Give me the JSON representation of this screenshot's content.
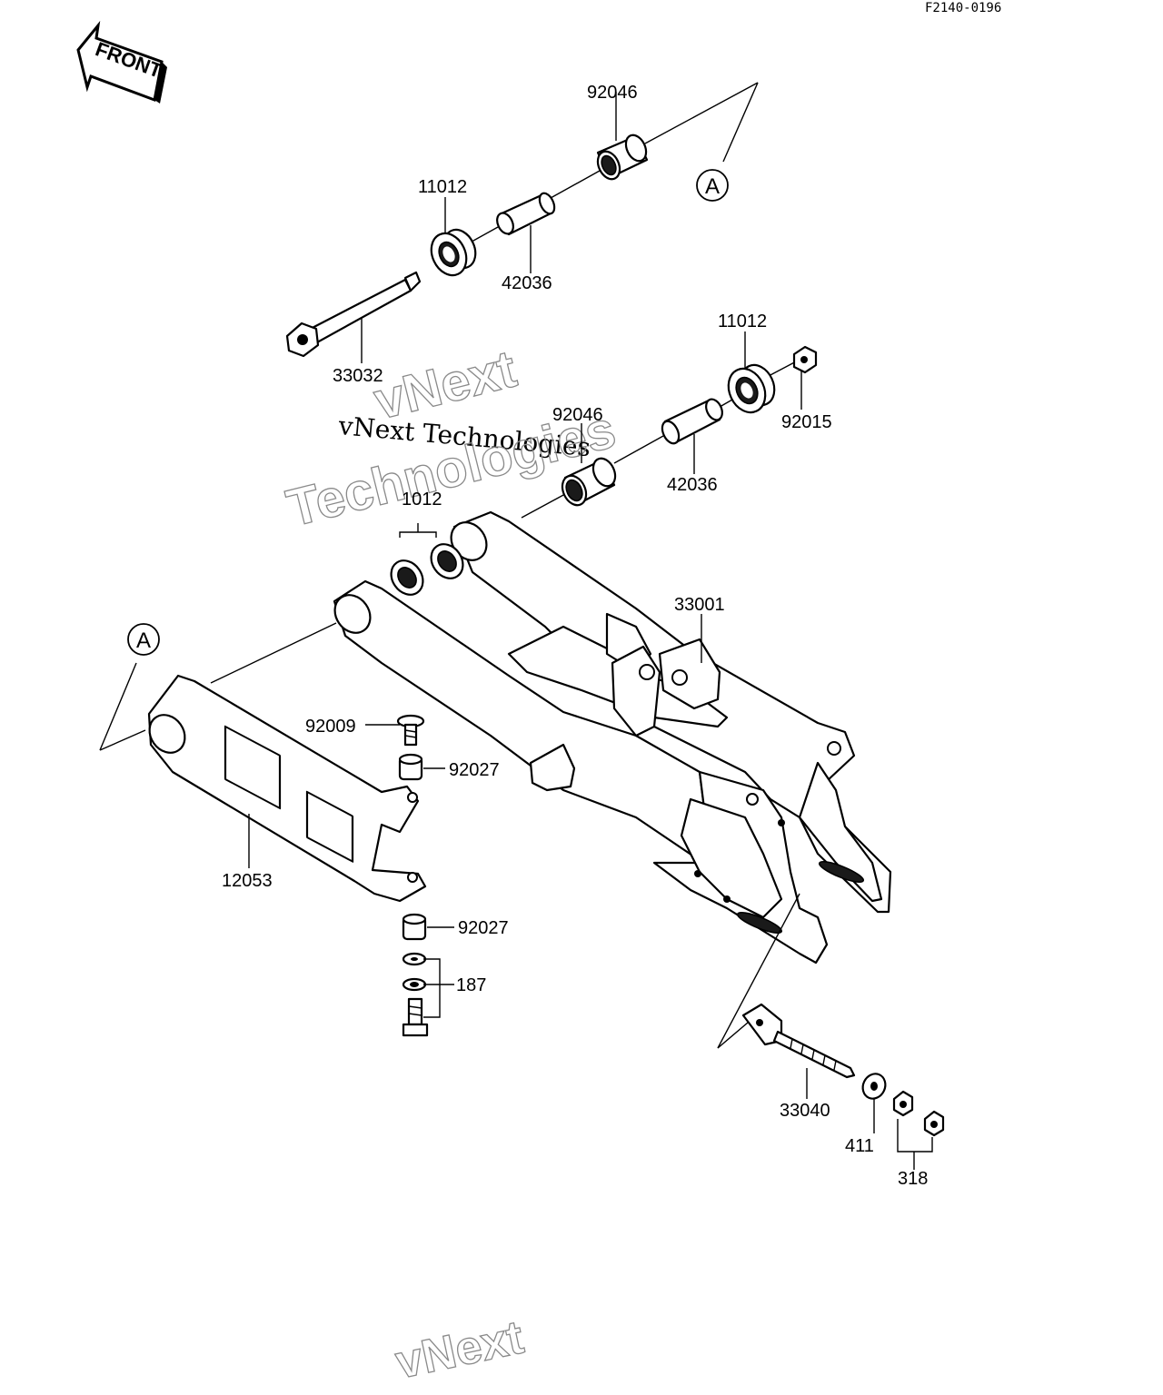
{
  "diagram": {
    "code": "F2140-0196",
    "front_label": "FRONT",
    "watermark": {
      "line1": "vNext Technologies",
      "line2": "vNext",
      "line3": "Technologies",
      "line4": "vNext"
    },
    "callouts": {
      "a1": "A",
      "a2": "A"
    },
    "parts": {
      "p92046_top": "92046",
      "p11012_top": "11012",
      "p42036_top": "42036",
      "p33032": "33032",
      "p11012_mid": "11012",
      "p92015": "92015",
      "p92046_mid": "92046",
      "p42036_mid": "42036",
      "p1012": "1012",
      "p33001": "33001",
      "p92009": "92009",
      "p92027_a": "92027",
      "p12053": "12053",
      "p92027_b": "92027",
      "p187": "187",
      "p33040": "33040",
      "p411": "411",
      "p318": "318"
    }
  }
}
